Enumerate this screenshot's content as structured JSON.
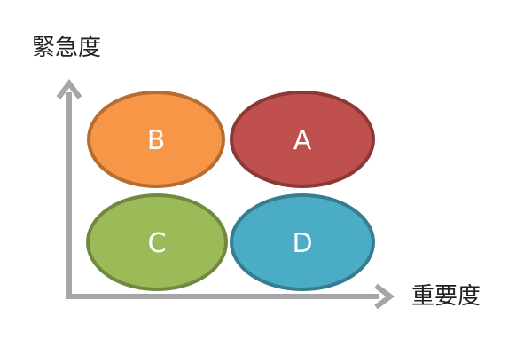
{
  "axes": {
    "y_label": "緊急度",
    "x_label": "重要度",
    "color": "#a6a6a6"
  },
  "quadrants": [
    {
      "label": "B",
      "fill": "#f79646",
      "stroke": "#b66d31"
    },
    {
      "label": "A",
      "fill": "#c0504d",
      "stroke": "#8c3836"
    },
    {
      "label": "C",
      "fill": "#9bbb59",
      "stroke": "#71893f"
    },
    {
      "label": "D",
      "fill": "#4bacc6",
      "stroke": "#357d91"
    }
  ]
}
